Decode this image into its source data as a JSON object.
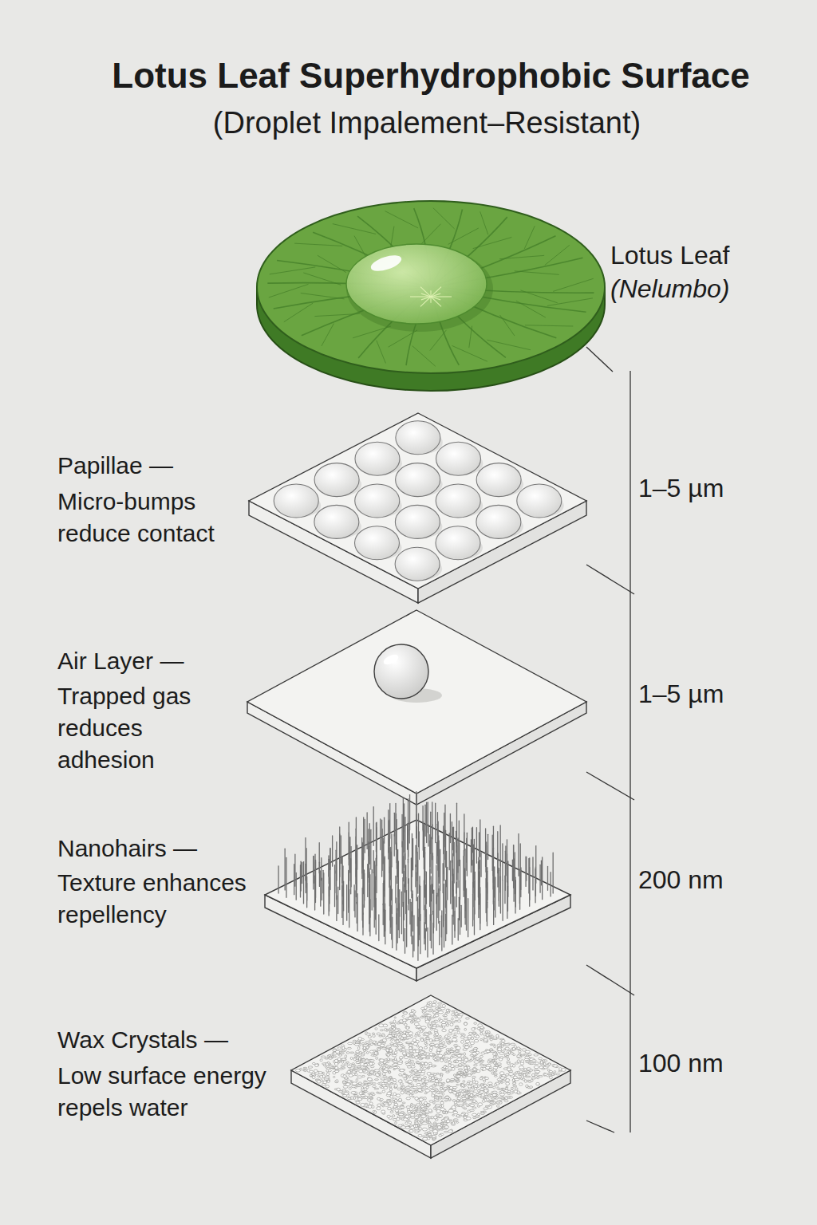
{
  "diagram": {
    "title": "Lotus Leaf Superhydrophobic Surface",
    "labels": [
      "(Droplet Impalement–Resistant)",
      "Lotus Leaf",
      "(Nelumbo)",
      "Papillae —",
      "Micro-bumps reduce contact",
      "1–5 µm",
      "Air Layer —",
      "Trapped gas reduces adhesion",
      "1–5 µm",
      "Nanohairs —",
      "Texture enhances repellency",
      "200 nm",
      "Wax Crystals —",
      "Low surface energy repels water",
      "100 nm"
    ]
  }
}
